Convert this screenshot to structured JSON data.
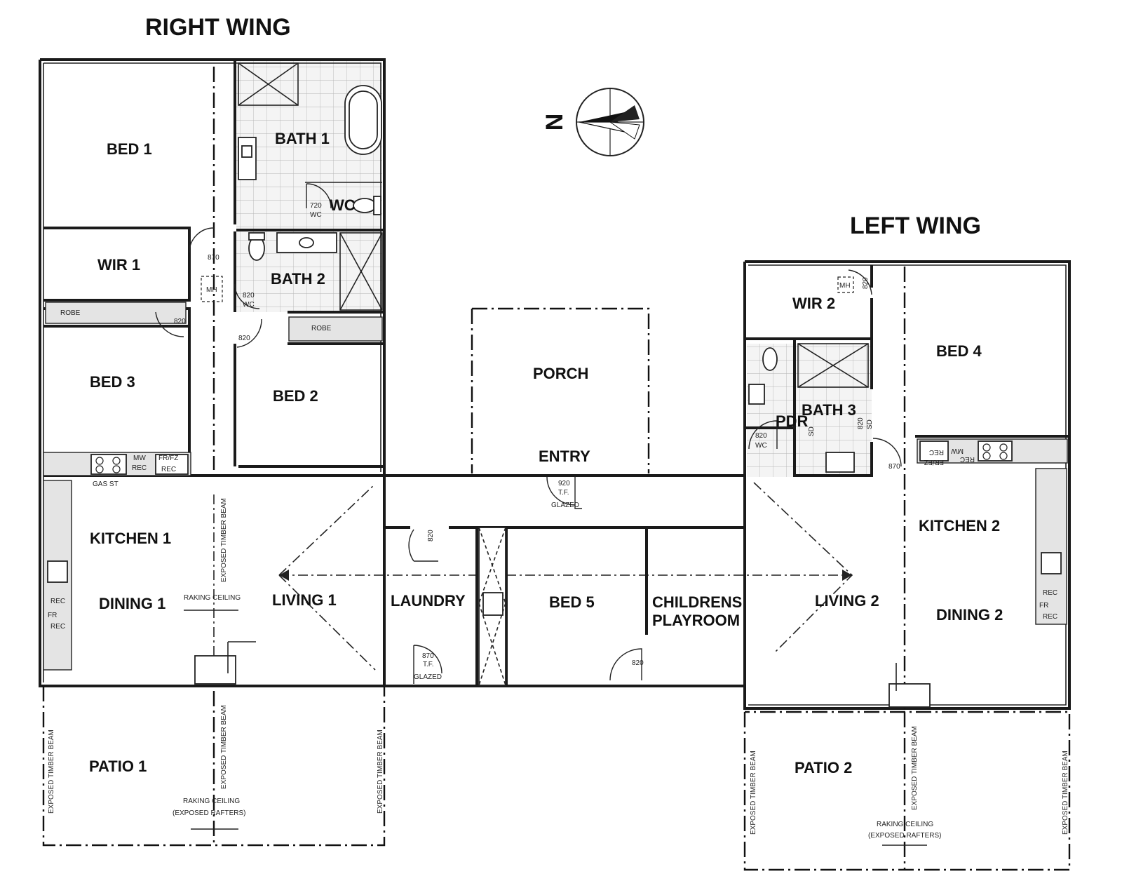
{
  "wings": {
    "right": "RIGHT WING",
    "left": "LEFT WING"
  },
  "compass": {
    "label": "N",
    "icon": "north-arrow-icon"
  },
  "rooms": {
    "bed1": "BED 1",
    "bath1": "BATH 1",
    "wc1": "WC",
    "wir1": "WIR 1",
    "bath2": "BATH 2",
    "robe1": "ROBE",
    "robe2": "ROBE",
    "bed3": "BED 3",
    "bed2": "BED 2",
    "porch": "PORCH",
    "entry": "ENTRY",
    "kitchen1": "KITCHEN 1",
    "dining1": "DINING 1",
    "living1": "LIVING 1",
    "laundry": "LAUNDRY",
    "bed5": "BED 5",
    "childrens_playroom_1": "CHILDRENS",
    "childrens_playroom_2": "PLAYROOM",
    "living2": "LIVING 2",
    "wir2": "WIR 2",
    "bed4": "BED 4",
    "bath3": "BATH 3",
    "pdr": "PDR",
    "kitchen2": "KITCHEN 2",
    "dining2": "DINING 2",
    "patio1": "PATIO 1",
    "patio2": "PATIO 2"
  },
  "annotations": {
    "door_720": "720",
    "wc_small": "WC",
    "door_870_hall": "870",
    "mh": "MH",
    "door_820_wc": "820",
    "wc_small2": "WC",
    "door_820_bed3": "820",
    "door_820_bed2": "820",
    "mw1": "MW",
    "rec_mw1": "REC",
    "frfz1": "FR/FZ",
    "rec_fr1": "REC",
    "gas_st": "GAS ST",
    "fr_k1": "FR",
    "rec_k1": "REC",
    "rec_k1b": "REC",
    "exposed_beam_k1": "EXPOSED TIMBER BEAM",
    "raking_ceiling_1": "RAKING CEILING",
    "door_920": "920",
    "tf_920": "T.F.",
    "glazed_920": "GLAZED",
    "door_820_laundry": "820",
    "door_870_laundry": "870",
    "tf_870": "T.F.",
    "glazed_870": "GLAZED",
    "door_820_playroom": "820",
    "mh2": "MH",
    "door_820_wir2": "820",
    "sd1": "SD",
    "sd2": "SD",
    "door_820_bath3": "820",
    "door_820_pdr": "820",
    "wc_pdr": "WC",
    "door_870_bed4": "870",
    "mw2": "MW",
    "rec_mw2": "REC",
    "frfz2": "FR/FZ",
    "rec_fr2": "REC",
    "rec_k2": "REC",
    "fr_k2": "FR",
    "rec_k2b": "REC",
    "exposed_beam_p1a": "EXPOSED TIMBER BEAM",
    "exposed_beam_p1b": "EXPOSED TIMBER BEAM",
    "exposed_beam_p1c": "EXPOSED TIMBER BEAM",
    "raking_ceiling_p1a": "RAKING CEILING",
    "raking_ceiling_p1b": "(EXPOSED RAFTERS)",
    "exposed_beam_p2a": "EXPOSED TIMBER BEAM",
    "exposed_beam_p2b": "EXPOSED TIMBER BEAM",
    "exposed_beam_p2c": "EXPOSED TIMBER BEAM",
    "raking_ceiling_p2a": "RAKING CEILING",
    "raking_ceiling_p2b": "(EXPOSED RAFTERS)"
  }
}
